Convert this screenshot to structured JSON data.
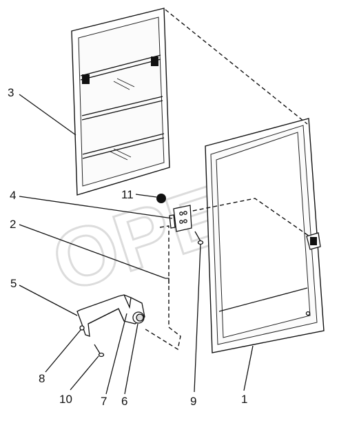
{
  "watermark": "OPEX",
  "labels": {
    "l1": "1",
    "l2": "2",
    "l3": "3",
    "l4": "4",
    "l5": "5",
    "l6": "6",
    "l7": "7",
    "l8": "8",
    "l9": "9",
    "l10": "10",
    "l11": "11"
  }
}
